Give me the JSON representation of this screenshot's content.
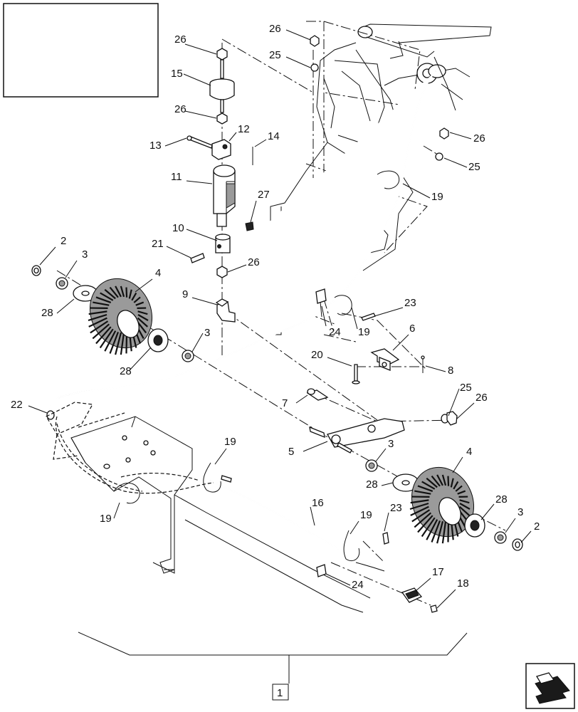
{
  "callouts": [
    {
      "text": "26"
    },
    {
      "text": "15"
    },
    {
      "text": "26"
    },
    {
      "text": "13"
    },
    {
      "text": "12"
    },
    {
      "text": "14"
    },
    {
      "text": "11"
    },
    {
      "text": "27"
    },
    {
      "text": "10"
    },
    {
      "text": "21"
    },
    {
      "text": "2"
    },
    {
      "text": "3"
    },
    {
      "text": "4"
    },
    {
      "text": "26"
    },
    {
      "text": "28"
    },
    {
      "text": "9"
    },
    {
      "text": "3"
    },
    {
      "text": "28"
    },
    {
      "text": "26"
    },
    {
      "text": "25"
    },
    {
      "text": "26"
    },
    {
      "text": "25"
    },
    {
      "text": "19"
    },
    {
      "text": "23"
    },
    {
      "text": "24"
    },
    {
      "text": "19"
    },
    {
      "text": "6"
    },
    {
      "text": "20"
    },
    {
      "text": "8"
    },
    {
      "text": "22"
    },
    {
      "text": "7"
    },
    {
      "text": "25"
    },
    {
      "text": "26"
    },
    {
      "text": "5"
    },
    {
      "text": "3"
    },
    {
      "text": "4"
    },
    {
      "text": "28"
    },
    {
      "text": "28"
    },
    {
      "text": "3"
    },
    {
      "text": "2"
    },
    {
      "text": "19"
    },
    {
      "text": "19"
    },
    {
      "text": "16"
    },
    {
      "text": "19"
    },
    {
      "text": "23"
    },
    {
      "text": "24"
    },
    {
      "text": "17"
    },
    {
      "text": "18"
    }
  ],
  "assembly_ref": "1",
  "nav_icon": "page-navigation-arrow-icon",
  "colors": {
    "line": "#111111",
    "background": "#ffffff",
    "shade": "#9a9a9a"
  }
}
